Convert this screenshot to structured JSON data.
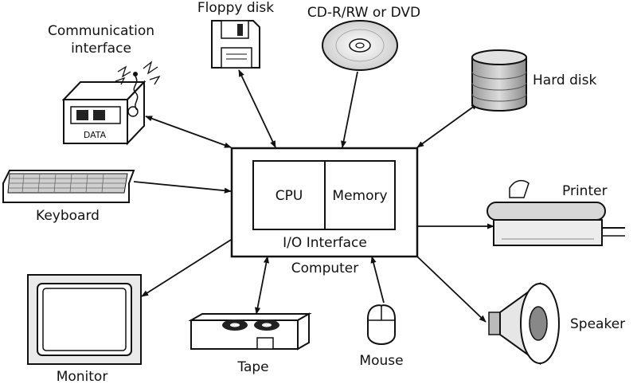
{
  "labels": {
    "communication_line1": "Communication",
    "communication_line2": "interface",
    "data": "DATA",
    "floppy": "Floppy disk",
    "cd": "CD-R/RW or DVD",
    "harddisk": "Hard disk",
    "keyboard": "Keyboard",
    "cpu": "CPU",
    "memory": "Memory",
    "io": "I/O Interface",
    "computer": "Computer",
    "printer": "Printer",
    "monitor": "Monitor",
    "tape": "Tape",
    "mouse": "Mouse",
    "speaker": "Speaker"
  }
}
